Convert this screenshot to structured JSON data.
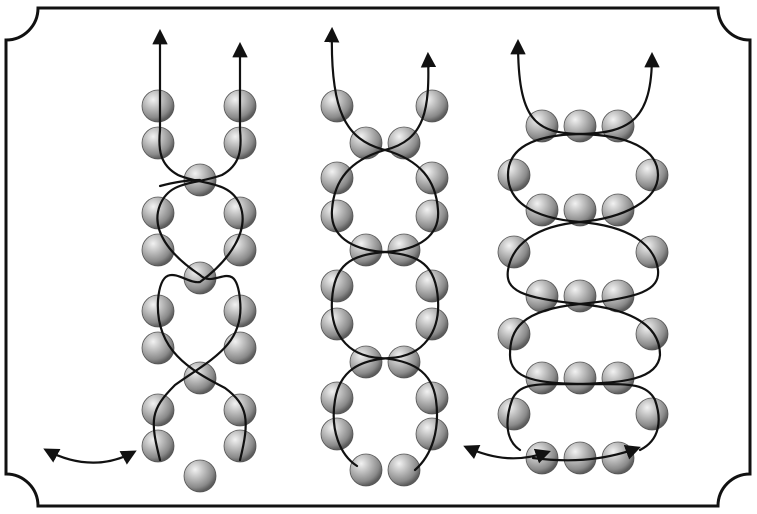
{
  "figure": {
    "description_visible_text": "",
    "panels": [
      {
        "id": "one-bead-crossing",
        "bead_color": "#a9a9a9",
        "thread_color": "#111111"
      },
      {
        "id": "two-bead-crossing",
        "bead_color": "#a9a9a9",
        "thread_color": "#111111"
      },
      {
        "id": "three-bead-crossing",
        "bead_color": "#a9a9a9",
        "thread_color": "#111111"
      }
    ],
    "frame_color": "#111111",
    "background_color": "#ffffff"
  }
}
